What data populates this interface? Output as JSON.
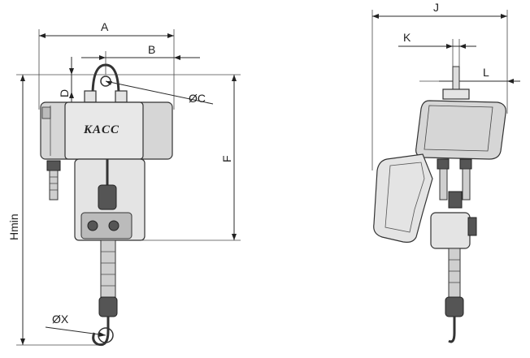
{
  "labels": {
    "A": "A",
    "B": "B",
    "C": "ØC",
    "D": "D",
    "F": "F",
    "Hmin": "Hmin",
    "X": "ØX",
    "J": "J",
    "K": "K",
    "L": "L"
  },
  "brand": "KACC",
  "colors": {
    "line": "#2a2a2a",
    "body_fill": "#d6d6d6",
    "background": "#ffffff"
  }
}
